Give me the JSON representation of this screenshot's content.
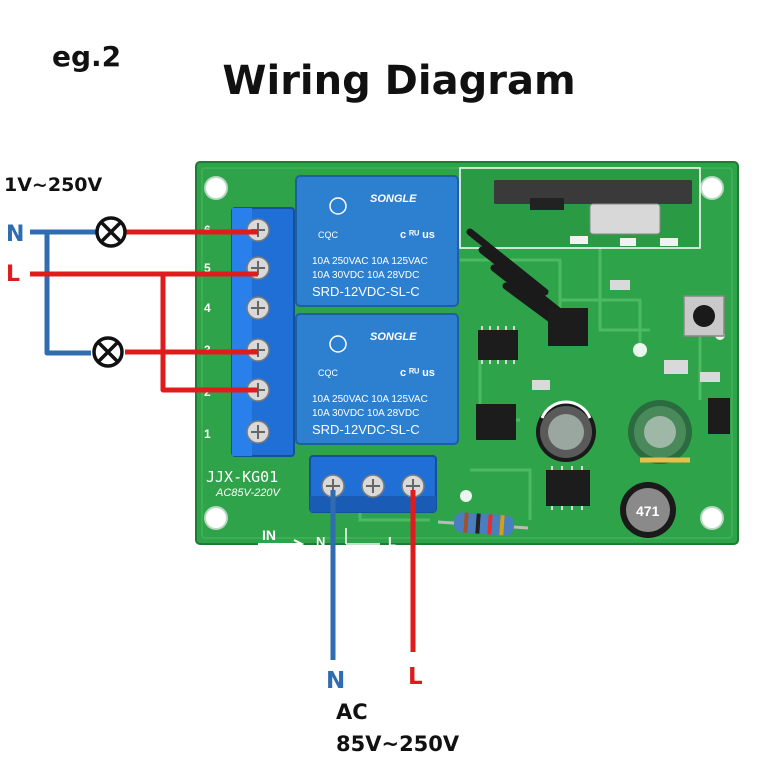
{
  "header": {
    "example_label": "eg.2",
    "title": "Wiring Diagram"
  },
  "load_side": {
    "voltage_label": "1V~250V",
    "neutral_label": "N",
    "live_label": "L"
  },
  "supply_side": {
    "neutral_label": "N",
    "live_label": "L",
    "ac_label": "AC",
    "voltage_range": "85V~250V"
  },
  "board": {
    "model": "JJX-KG01",
    "rating": "AC85V-220V",
    "input_label": "IN",
    "input_n": "N",
    "input_l": "L",
    "terminal_numbers": [
      "6",
      "5",
      "4",
      "3",
      "2",
      "1"
    ],
    "relays": [
      {
        "brand": "SONGLE",
        "spec_1": "10A 250VAC  10A 125VAC",
        "spec_2": "10A  30VDC  10A  28VDC",
        "model": "SRD-12VDC-SL-C"
      },
      {
        "brand": "SONGLE",
        "spec_1": "10A 250VAC  10A 125VAC",
        "spec_2": "10A  30VDC  10A  28VDC",
        "model": "SRD-12VDC-SL-C"
      }
    ],
    "inductor_label": "471"
  },
  "colors": {
    "neutral_wire": "#2f6cb0",
    "live_wire": "#e01b1b",
    "board": "#2fa34a",
    "relay": "#2d7fd0",
    "terminal": "#1f6fd6"
  }
}
